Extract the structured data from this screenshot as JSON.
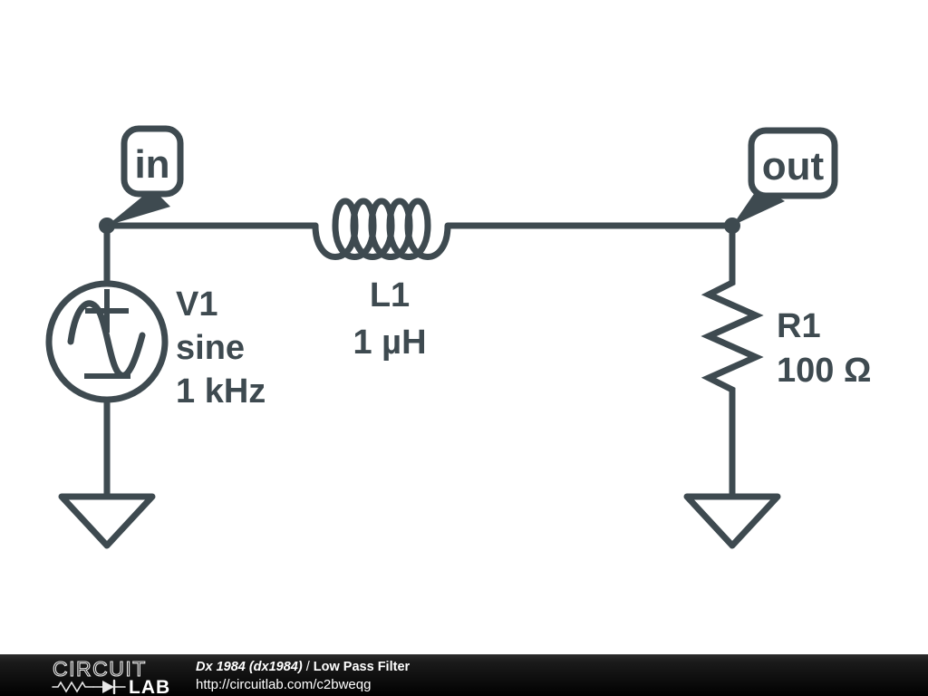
{
  "canvas": {
    "background_color": "#ffffff",
    "stroke_color": "#3e4a50"
  },
  "circuit": {
    "title": "Low Pass Filter",
    "ports": [
      {
        "name": "in-port",
        "label": "in"
      },
      {
        "name": "out-port",
        "label": "out"
      }
    ],
    "components": [
      {
        "type": "voltage-source",
        "designator": "V1",
        "line2": "sine",
        "line3": "1 kHz",
        "symbol": "ac-source-icon"
      },
      {
        "type": "inductor",
        "designator": "L1",
        "value": "1 µH",
        "symbol": "inductor-icon"
      },
      {
        "type": "resistor",
        "designator": "R1",
        "value": "100 Ω",
        "symbol": "resistor-icon"
      },
      {
        "type": "ground",
        "designator": "GND1",
        "symbol": "ground-icon"
      },
      {
        "type": "ground",
        "designator": "GND2",
        "symbol": "ground-icon"
      }
    ],
    "source_polarity": {
      "plus": "+",
      "minus": "−"
    }
  },
  "footer": {
    "logo": {
      "word_top": "CIRCUIT",
      "word_bottom": "LAB"
    },
    "author": "Dx 1984 (dx1984)",
    "separator": " / ",
    "title": "Low Pass Filter",
    "url": "http://circuitlab.com/c2bweqg"
  }
}
